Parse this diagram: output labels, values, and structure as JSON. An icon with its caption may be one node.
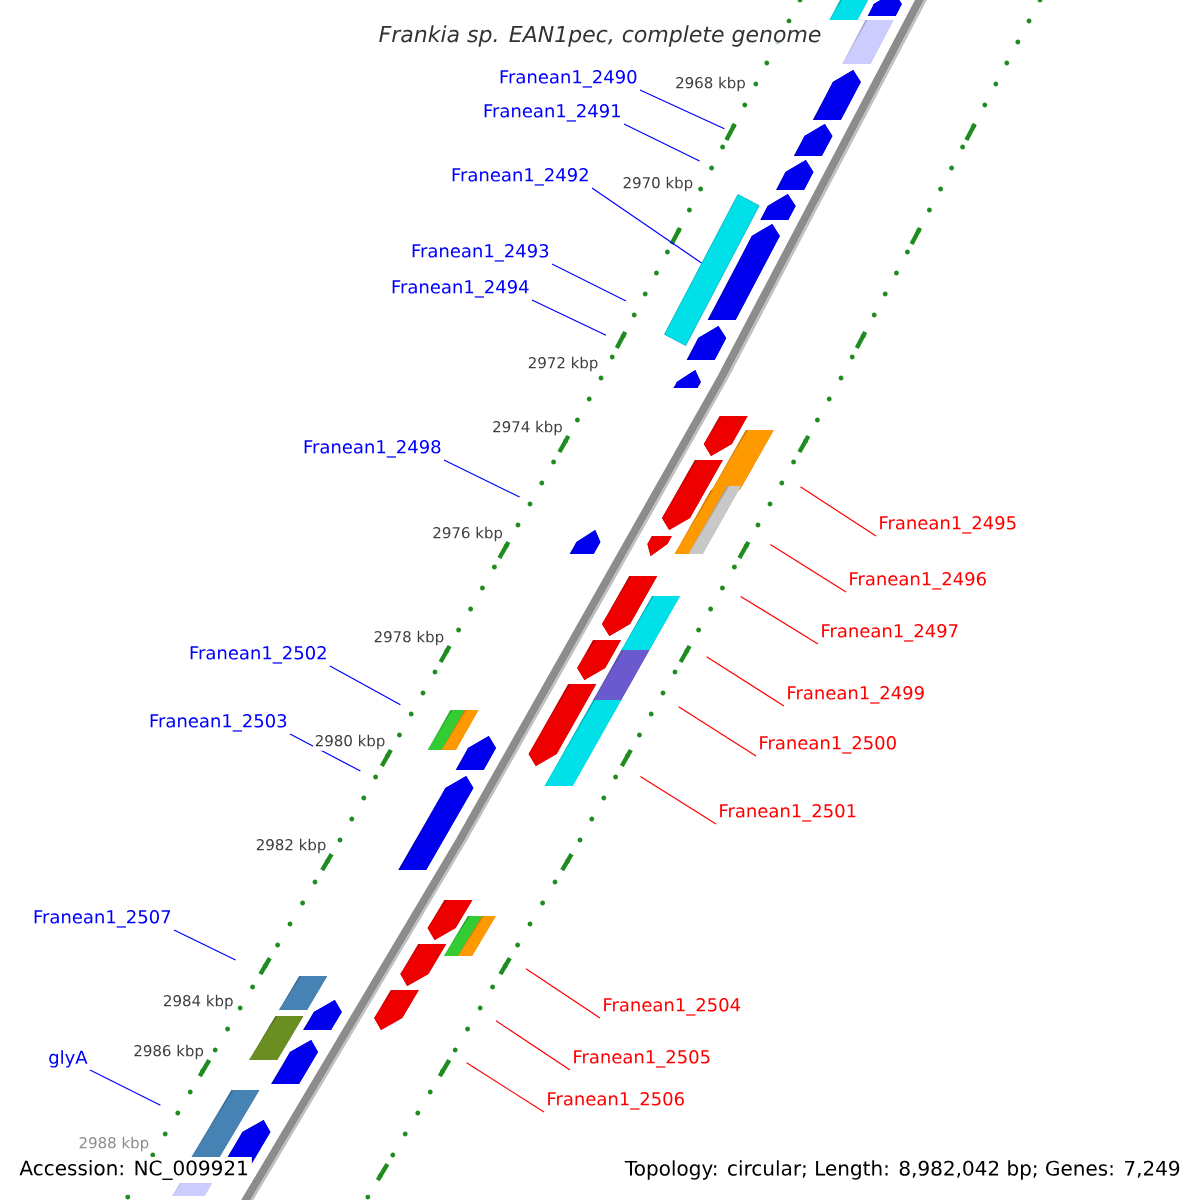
{
  "diagram": {
    "title": "Frankia sp. EAN1pec, complete genome",
    "nodes": [
      {
        "text": [
          "Franean1_2490"
        ]
      },
      {
        "text": [
          "Franean1_2491"
        ]
      },
      {
        "text": [
          "Franean1_2492"
        ]
      },
      {
        "text": [
          "Franean1_2493"
        ]
      },
      {
        "text": [
          "Franean1_2494"
        ]
      },
      {
        "text": [
          "Franean1_2498"
        ]
      },
      {
        "text": [
          "Franean1_2495"
        ]
      },
      {
        "text": [
          "Franean1_2496"
        ]
      },
      {
        "text": [
          "Franean1_2497"
        ]
      },
      {
        "text": [
          "Franean1_2502"
        ]
      },
      {
        "text": [
          "Franean1_2499"
        ]
      },
      {
        "text": [
          "Franean1_2503"
        ]
      },
      {
        "text": [
          "Franean1_2500"
        ]
      },
      {
        "text": [
          "Franean1_2501"
        ]
      },
      {
        "text": [
          "Franean1_2507"
        ]
      },
      {
        "text": [
          "Franean1_2504"
        ]
      },
      {
        "text": [
          "Franean1_2505"
        ]
      },
      {
        "text": [
          "glyA"
        ]
      },
      {
        "text": [
          "Franean1_2506"
        ]
      },
      {
        "text": [],
        "shape": "box"
      }
    ],
    "edges": [
      {
        "from": 0,
        "to": null,
        "arrow": "none"
      },
      {
        "from": 1,
        "to": null,
        "arrow": "none"
      },
      {
        "from": 2,
        "to": 19,
        "arrow": "none"
      },
      {
        "from": 3,
        "to": null,
        "arrow": "none"
      },
      {
        "from": 4,
        "to": null,
        "arrow": "none"
      },
      {
        "from": 5,
        "to": null,
        "arrow": "none"
      },
      {
        "from": 6,
        "to": null,
        "arrow": "none",
        "color": "#ff0000"
      },
      {
        "from": 7,
        "to": null,
        "arrow": "none",
        "color": "#ff0000"
      },
      {
        "from": 8,
        "to": null,
        "arrow": "none",
        "color": "#ff0000"
      },
      {
        "from": 9,
        "to": null,
        "arrow": "none"
      },
      {
        "from": 10,
        "to": null,
        "arrow": "none",
        "color": "#ff0000"
      },
      {
        "from": 11,
        "to": null,
        "arrow": "none"
      },
      {
        "from": 12,
        "to": null,
        "arrow": "none",
        "color": "#ff0000"
      },
      {
        "from": 13,
        "to": null,
        "arrow": "none",
        "color": "#ff0000"
      },
      {
        "from": 14,
        "to": null,
        "arrow": "none"
      },
      {
        "from": 15,
        "to": null,
        "arrow": "none",
        "color": "#ff0000"
      },
      {
        "from": 16,
        "to": null,
        "arrow": "none",
        "color": "#ff0000"
      },
      {
        "from": 17,
        "to": null,
        "arrow": "none"
      },
      {
        "from": 18,
        "to": null,
        "arrow": "none",
        "color": "#ff0000"
      }
    ],
    "labels": [
      "2968 kbp",
      "2970 kbp",
      "2972 kbp",
      "2974 kbp",
      "2976 kbp",
      "2978 kbp",
      "2980 kbp",
      "2982 kbp",
      "2984 kbp",
      "2986 kbp",
      "2988 kbp",
      "Accession: NC_009921",
      "Topology: circular; Length: 8,982,042 bp; Genes: 7,249"
    ]
  }
}
